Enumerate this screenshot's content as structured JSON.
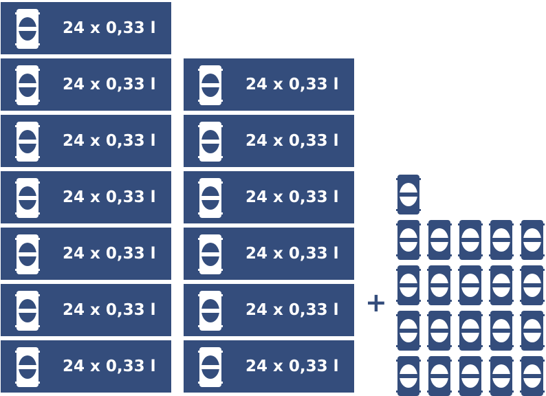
{
  "case_label": "24 x 0,33 l",
  "plus_sign": "+",
  "colors": {
    "case": "#344d7c",
    "can_white": "#ffffff"
  },
  "columns": [
    {
      "count": 7
    },
    {
      "count": 6
    }
  ],
  "loose_cans": {
    "top_row": 1,
    "grid_rows": 4,
    "grid_cols": 5,
    "total": 21
  },
  "icon": "beverage-can-icon"
}
